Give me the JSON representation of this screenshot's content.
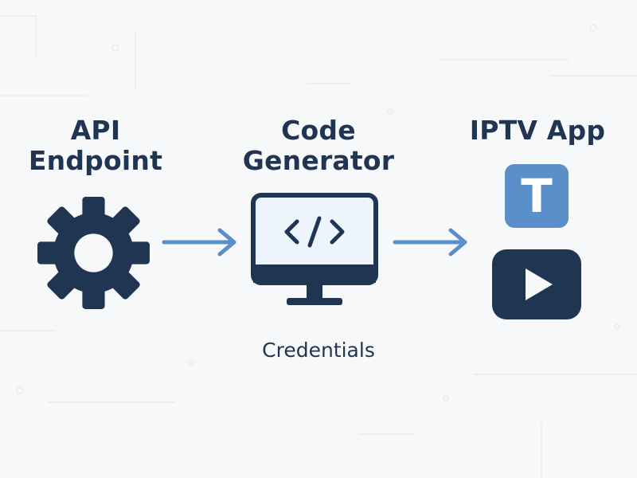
{
  "nodes": {
    "api": {
      "title_line1": "API",
      "title_line2": "Endpoint",
      "icon": "gear-icon"
    },
    "code": {
      "title_line1": "Code",
      "title_line2": "Generator",
      "icon": "monitor-code-icon",
      "caption": "Credentials"
    },
    "iptv": {
      "title": "IPTV App",
      "badge_letter": "T",
      "icons": [
        "t-app-icon",
        "play-icon"
      ]
    }
  },
  "connectors": [
    "arrow-right-icon",
    "arrow-right-icon"
  ],
  "colors": {
    "navy": "#1f3552",
    "accent_blue": "#5b8fc9",
    "background": "#f7f8fa",
    "screen_fill": "#eef4fb"
  }
}
